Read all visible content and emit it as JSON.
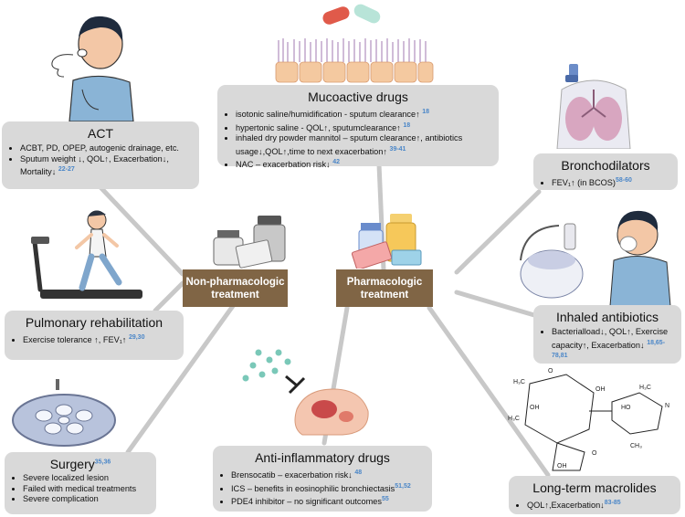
{
  "center": {
    "left_line1": "Non-pharmacologic",
    "left_line2": "treatment",
    "right_line1": "Pharmacologic",
    "right_line2": "treatment"
  },
  "act": {
    "title": "ACT",
    "items": [
      {
        "text": "ACBT, PD, OPEP, autogenic drainage, etc.",
        "ref": ""
      },
      {
        "text": "Sputum weight ↓, QOL↑, Exacerbation↓, Mortality↓",
        "ref": "22-27"
      }
    ]
  },
  "pulmonary": {
    "title": "Pulmonary rehabilitation",
    "items": [
      {
        "text": "Exercise tolerance ↑, FEV₁↑",
        "ref": "29,30"
      }
    ]
  },
  "surgery": {
    "title": "Surgery",
    "title_ref": "35,36",
    "items": [
      {
        "text": "Severe localized lesion",
        "ref": ""
      },
      {
        "text": "Failed with medical treatments",
        "ref": ""
      },
      {
        "text": "Severe complication",
        "ref": ""
      }
    ]
  },
  "mucoactive": {
    "title": "Mucoactive drugs",
    "items": [
      {
        "text": "isotonic saline/humidification - sputum clearance↑",
        "ref": "18"
      },
      {
        "text": "hypertonic saline - QOL↑, sputumclearance↑",
        "ref": "18"
      },
      {
        "text": "inhaled dry powder mannitol – sputum clearance↑, antibiotics usage↓,QOL↑,time to next exacerbation↑",
        "ref": "39-41"
      },
      {
        "text": "NAC – exacerbation risk↓",
        "ref": "42"
      }
    ]
  },
  "bronchodilators": {
    "title": "Bronchodilators",
    "items": [
      {
        "text": "FEV₁↑ (in BCOS)",
        "ref": "58-60"
      }
    ]
  },
  "inhaled_antibiotics": {
    "title": "Inhaled antibiotics",
    "items": [
      {
        "text": "Bacterialload↓, QOL↑, Exercise capacity↑, Exacerbation↓",
        "ref": "18,65-78,81"
      }
    ]
  },
  "anti_inflammatory": {
    "title": "Anti-inflammatory drugs",
    "items": [
      {
        "text": "Brensocatib – exacerbation risk↓",
        "ref": "48"
      },
      {
        "text": "ICS – benefits in eosinophilic bronchiectasis",
        "ref": "51,52"
      },
      {
        "text": "PDE4 inhibitor – no significant outcomes",
        "ref": "55"
      }
    ]
  },
  "macrolides": {
    "title": "Long-term macrolides",
    "items": [
      {
        "text": "QOL↑,Exacerbation↓",
        "ref": "83-85"
      }
    ]
  },
  "colors": {
    "box": "#d9d9d9",
    "center": "#806545",
    "connector": "#c8c8c8",
    "ref": "#4a86c8"
  }
}
